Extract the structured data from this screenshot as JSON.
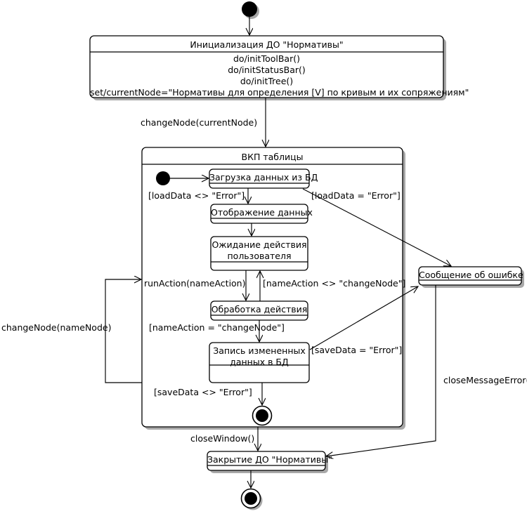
{
  "diagram": {
    "type": "uml-state-machine",
    "title": "",
    "colors": {
      "line": "#000000",
      "fill": "#ffffff",
      "shadow": "#a0a0a0",
      "text": "#000000"
    }
  },
  "nodes": {
    "start_top": {
      "kind": "initial-state",
      "label": ""
    },
    "init_state": {
      "kind": "state",
      "name": "Инициализация ДО \"Нормативы\"",
      "actions": [
        "do/initToolBar()",
        "do/initStatusBar()",
        "do/initTree()",
        "set/currentNode=\"Нормативы для определения [V] по кривым и их сопряжениям\""
      ]
    },
    "composite": {
      "kind": "composite-state",
      "name": "ВКП таблицы"
    },
    "start_inner": {
      "kind": "initial-state",
      "label": ""
    },
    "load_data": {
      "kind": "state",
      "name": "Загрузка данных из БД"
    },
    "show_data": {
      "kind": "state",
      "name": "Отображение данных"
    },
    "wait_action": {
      "kind": "state",
      "name": "Ожидание действия пользователя",
      "line1": "Ожидание действия",
      "line2": "пользователя"
    },
    "process_action": {
      "kind": "state",
      "name": "Обработка действия"
    },
    "save_data": {
      "kind": "state",
      "name": "Запись измененных данных в БД",
      "line1": "Запись измененных",
      "line2": "данных в БД"
    },
    "error_message": {
      "kind": "state",
      "name": "Сообщение об ошибке"
    },
    "final_inner": {
      "kind": "final-state",
      "label": ""
    },
    "close_state": {
      "kind": "state",
      "name": "Закрытие ДО \"Нормативы\""
    },
    "final_bottom": {
      "kind": "final-state",
      "label": ""
    }
  },
  "transitions": [
    {
      "id": "t_start_init",
      "from": "start_top",
      "to": "init_state",
      "label": ""
    },
    {
      "id": "t_init_composite",
      "from": "init_state",
      "to": "composite",
      "label": "changeNode(currentNode)"
    },
    {
      "id": "t_start_load",
      "from": "start_inner",
      "to": "load_data",
      "label": ""
    },
    {
      "id": "t_load_show",
      "from": "load_data",
      "to": "show_data",
      "label": "[loadData <> \"Error\"]"
    },
    {
      "id": "t_load_error",
      "from": "load_data",
      "to": "error_message",
      "label": "[loadData = \"Error\"]"
    },
    {
      "id": "t_show_wait",
      "from": "show_data",
      "to": "wait_action",
      "label": ""
    },
    {
      "id": "t_wait_process",
      "from": "wait_action",
      "to": "process_action",
      "label": "runAction(nameAction)"
    },
    {
      "id": "t_process_wait",
      "from": "process_action",
      "to": "wait_action",
      "label": "[nameAction <> \"changeNode\"]"
    },
    {
      "id": "t_process_save",
      "from": "process_action",
      "to": "save_data",
      "label": "[nameAction = \"changeNode\"]"
    },
    {
      "id": "t_save_error",
      "from": "save_data",
      "to": "error_message",
      "label": "[saveData = \"Error\"]"
    },
    {
      "id": "t_save_final",
      "from": "save_data",
      "to": "final_inner",
      "label": "[saveData <> \"Error\"]"
    },
    {
      "id": "t_composite_self",
      "from": "composite",
      "to": "composite",
      "label": "changeNode(nameNode)"
    },
    {
      "id": "t_composite_close",
      "from": "composite",
      "to": "close_state",
      "label": "closeWindow()"
    },
    {
      "id": "t_error_close",
      "from": "error_message",
      "to": "close_state",
      "label": "closeMessageError()"
    },
    {
      "id": "t_close_final",
      "from": "close_state",
      "to": "final_bottom",
      "label": ""
    }
  ],
  "labels": {
    "change_node_current": "changeNode(currentNode)",
    "load_ok": "[loadData <> \"Error\"]",
    "load_err": "[loadData = \"Error\"]",
    "run_action": "runAction(nameAction)",
    "name_action_ne": "[nameAction <> \"changeNode\"]",
    "name_action_eq": "[nameAction = \"changeNode\"]",
    "save_err": "[saveData = \"Error\"]",
    "save_ok": "[saveData <> \"Error\"]",
    "change_node_name": "changeNode(nameNode)",
    "close_window": "closeWindow()",
    "close_message_error": "closeMessageError()"
  }
}
